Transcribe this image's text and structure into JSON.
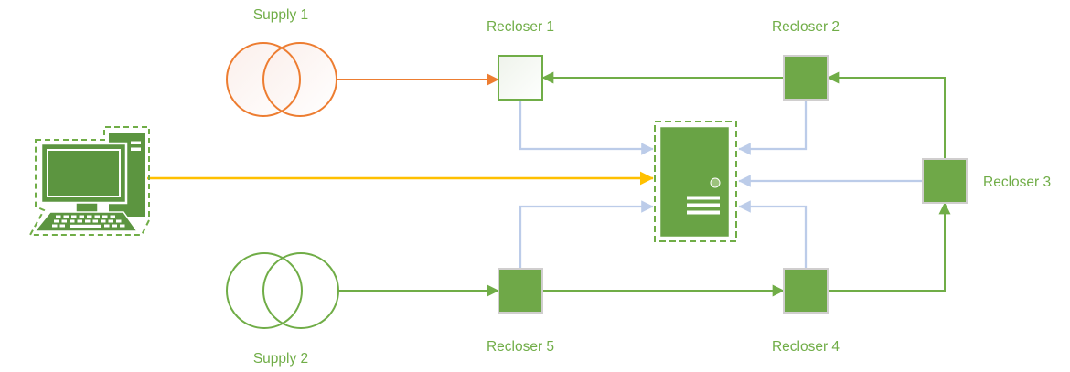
{
  "diagram": {
    "nodes": {
      "supply1": {
        "label": "Supply 1",
        "icon": "transformer-circles-icon",
        "stroke": "#ED7D31"
      },
      "supply2": {
        "label": "Supply 2",
        "icon": "transformer-circles-icon",
        "stroke": "#70AD47"
      },
      "recloser1": {
        "label": "Recloser 1",
        "fill": "white",
        "border": "#70AD47"
      },
      "recloser2": {
        "label": "Recloser 2",
        "fill": "#6FA848",
        "border": "#D0CECE"
      },
      "recloser3": {
        "label": "Recloser 3",
        "fill": "#6FA848",
        "border": "#D0CECE"
      },
      "recloser4": {
        "label": "Recloser 4",
        "fill": "#6FA848",
        "border": "#D0CECE"
      },
      "recloser5": {
        "label": "Recloser 5",
        "fill": "#6FA848",
        "border": "#D0CECE"
      },
      "computer": {
        "label": "",
        "icon": "desktop-computer-icon",
        "selected": true
      },
      "server": {
        "label": "",
        "icon": "server-icon",
        "selected": true
      }
    },
    "connections": [
      {
        "from": "supply1",
        "to": "recloser1",
        "color": "orange"
      },
      {
        "from": "recloser2",
        "to": "recloser1",
        "color": "green"
      },
      {
        "from": "recloser3",
        "to": "recloser2",
        "color": "green"
      },
      {
        "from": "recloser4",
        "to": "recloser3",
        "color": "green"
      },
      {
        "from": "recloser5",
        "to": "recloser4",
        "color": "green"
      },
      {
        "from": "supply2",
        "to": "recloser5",
        "color": "green"
      },
      {
        "from": "computer",
        "to": "server",
        "color": "yellow"
      },
      {
        "from": "recloser1",
        "to": "server",
        "color": "blue"
      },
      {
        "from": "recloser2",
        "to": "server",
        "color": "blue"
      },
      {
        "from": "recloser3",
        "to": "server",
        "color": "blue"
      },
      {
        "from": "recloser4",
        "to": "server",
        "color": "blue"
      },
      {
        "from": "recloser5",
        "to": "server",
        "color": "blue"
      }
    ],
    "colors": {
      "accent_green": "#70AD47",
      "orange": "#ED7D31",
      "yellow": "#FFC000",
      "connector_blue": "#BCCCE9",
      "node_green_fill": "#6FA848",
      "node_border_gray": "#D0CECE",
      "computer_green": "#5C9540",
      "background": "#FFFFFF"
    }
  }
}
